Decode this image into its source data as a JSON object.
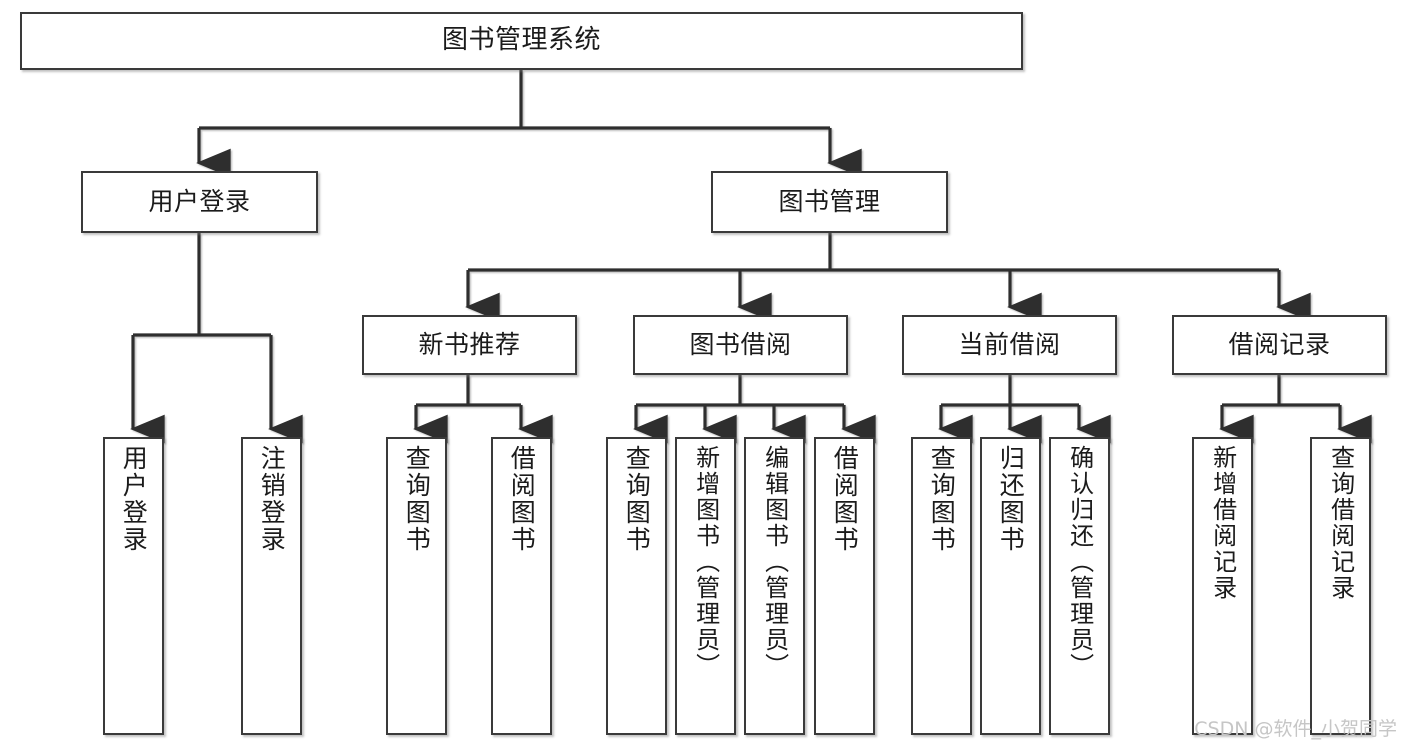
{
  "diagram": {
    "title": "图书管理系统",
    "type": "tree-hierarchy-chart",
    "stroke_color": "#3a3a3a",
    "fill_color": "#ffffff",
    "text_color": "#1b1b1b"
  },
  "nodes": {
    "root": {
      "label": "图书管理系统"
    },
    "level2": [
      {
        "label": "用户登录"
      },
      {
        "label": "图书管理"
      }
    ],
    "level3": [
      {
        "label": "新书推荐"
      },
      {
        "label": "图书借阅"
      },
      {
        "label": "当前借阅"
      },
      {
        "label": "借阅记录"
      }
    ],
    "leaves_user_login": [
      {
        "label": "用户登录"
      },
      {
        "label": "注销登录"
      }
    ],
    "leaves_new_books": [
      {
        "label": "查询图书"
      },
      {
        "label": "借阅图书"
      }
    ],
    "leaves_borrow": [
      {
        "label": "查询图书"
      },
      {
        "label": "新增图书（管理员）"
      },
      {
        "label": "编辑图书（管理员）"
      },
      {
        "label": "借阅图书"
      }
    ],
    "leaves_current": [
      {
        "label": "查询图书"
      },
      {
        "label": "归还图书"
      },
      {
        "label": "确认归还（管理员）"
      }
    ],
    "leaves_records": [
      {
        "label": "新增借阅记录"
      },
      {
        "label": "查询借阅记录"
      }
    ]
  },
  "watermark": {
    "text": "CSDN @软件_小贺同学"
  }
}
